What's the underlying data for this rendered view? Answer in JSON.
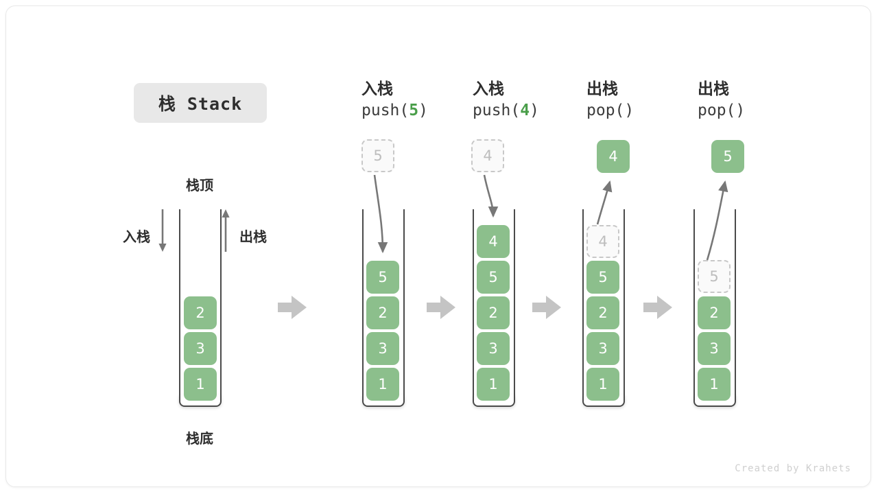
{
  "title": {
    "text": "栈 Stack"
  },
  "footer": {
    "text": "Created by Krahets"
  },
  "colors": {
    "cell_green": "#8cbf8c",
    "accent_green": "#4a9e4a",
    "wall": "#4a4a4a",
    "arrow_gray": "#c4c4c4",
    "ghost_border": "#c8c8c8"
  },
  "stack_labels": {
    "top": "栈顶",
    "bottom": "栈底",
    "push_side": "入栈",
    "pop_side": "出栈"
  },
  "columns": [
    {
      "id": "initial",
      "op_cn": "",
      "op_fn": "",
      "op_fn_arg": "",
      "floating": null,
      "cells": [
        "2",
        "3",
        "1"
      ]
    },
    {
      "id": "push-5",
      "op_cn": "入栈",
      "op_fn_prefix": "push(",
      "op_fn_arg": "5",
      "op_fn_suffix": ")",
      "floating": {
        "value": "5",
        "style": "ghost"
      },
      "cells": [
        "5",
        "2",
        "3",
        "1"
      ]
    },
    {
      "id": "push-4",
      "op_cn": "入栈",
      "op_fn_prefix": "push(",
      "op_fn_arg": "4",
      "op_fn_suffix": ")",
      "floating": {
        "value": "4",
        "style": "ghost"
      },
      "cells": [
        "4",
        "5",
        "2",
        "3",
        "1"
      ]
    },
    {
      "id": "pop-1",
      "op_cn": "出栈",
      "op_fn_prefix": "pop(",
      "op_fn_arg": "",
      "op_fn_suffix": ")",
      "floating": {
        "value": "4",
        "style": "solid"
      },
      "ghost_top": "4",
      "cells": [
        "5",
        "2",
        "3",
        "1"
      ]
    },
    {
      "id": "pop-2",
      "op_cn": "出栈",
      "op_fn_prefix": "pop(",
      "op_fn_arg": "",
      "op_fn_suffix": ")",
      "floating": {
        "value": "5",
        "style": "solid"
      },
      "ghost_top": "5",
      "cells": [
        "2",
        "3",
        "1"
      ]
    }
  ]
}
